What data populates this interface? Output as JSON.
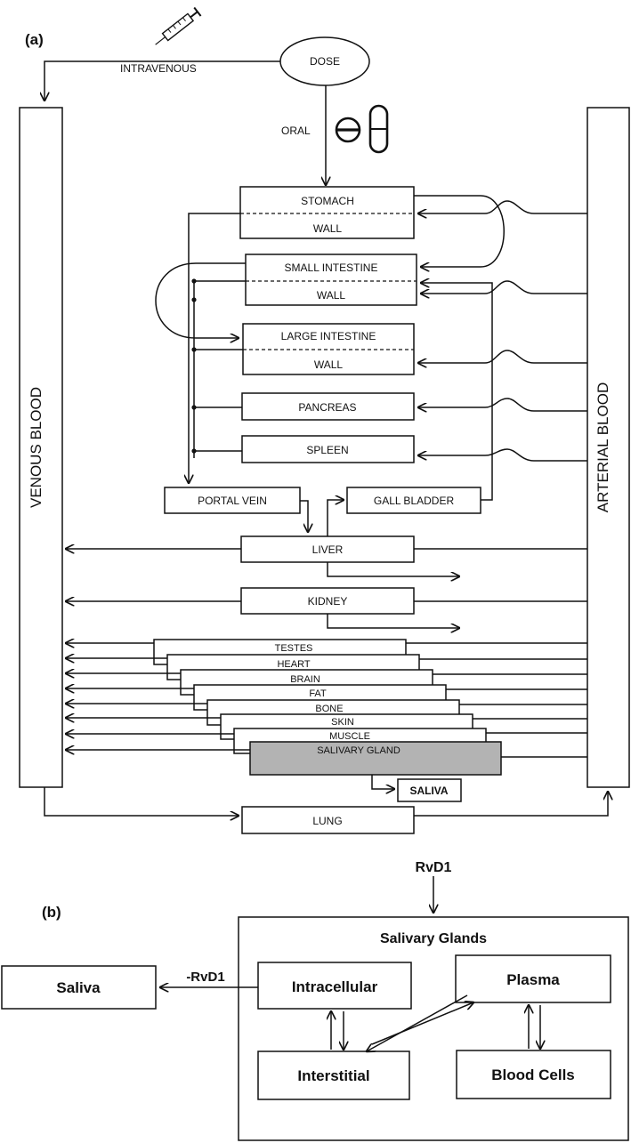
{
  "panel_a": {
    "label": "(a)",
    "dose": "DOSE",
    "intravenous": "INTRAVENOUS",
    "oral": "ORAL",
    "venous": "VENOUS BLOOD",
    "arterial": "ARTERIAL BLOOD",
    "stomach": "STOMACH",
    "wall": "WALL",
    "small_intestine": "SMALL INTESTINE",
    "large_intestine": "LARGE INTESTINE",
    "pancreas": "PANCREAS",
    "spleen": "SPLEEN",
    "portal_vein": "PORTAL VEIN",
    "gall_bladder": "GALL BLADDER",
    "liver": "LIVER",
    "kidney": "KIDNEY",
    "stack": [
      "TESTES",
      "HEART",
      "BRAIN",
      "FAT",
      "BONE",
      "SKIN",
      "MUSCLE",
      "SALIVARY GLAND"
    ],
    "saliva": "SALIVA",
    "lung": "LUNG"
  },
  "panel_b": {
    "label": "(b)",
    "rvd1": "RvD1",
    "salivary_glands": "Salivary Glands",
    "saliva": "Saliva",
    "minus_rvd1": "-RvD1",
    "intracellular": "Intracellular",
    "plasma": "Plasma",
    "interstitial": "Interstitial",
    "blood_cells": "Blood Cells"
  },
  "colors": {
    "line": "#111111",
    "salivary_gland_fill": "#b3b3b3",
    "background": "#ffffff"
  }
}
